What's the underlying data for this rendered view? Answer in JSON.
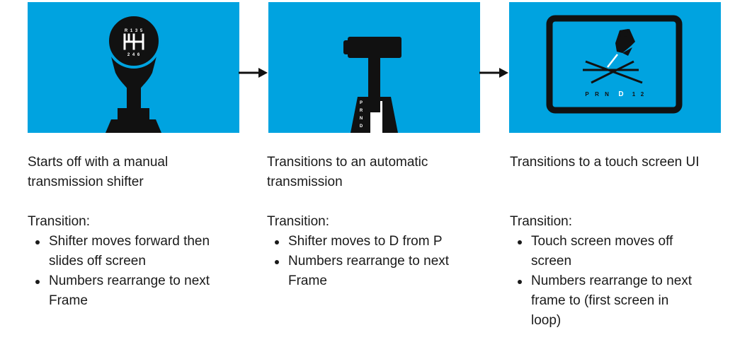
{
  "colors": {
    "panel_bg": "#00a3e0",
    "ink": "#111111",
    "white": "#ffffff",
    "highlight": "#00a3e0"
  },
  "panel1": {
    "gear_top": "R 1 3 5",
    "gear_bottom": "2 4 6"
  },
  "panel2": {
    "gate": [
      "P",
      "R",
      "N",
      "D"
    ]
  },
  "panel3": {
    "gears": [
      {
        "label": "P",
        "active": false
      },
      {
        "label": "R",
        "active": false
      },
      {
        "label": "N",
        "active": false
      },
      {
        "label": "D",
        "active": true
      },
      {
        "label": "1",
        "active": false
      },
      {
        "label": "2",
        "active": false
      }
    ]
  },
  "steps": [
    {
      "title_lines": [
        "Starts off with a manual",
        "transmission shifter"
      ],
      "transition_label": "Transition:",
      "bullets": [
        [
          "Shifter moves forward then",
          "slides off screen"
        ],
        [
          "Numbers rearrange to next",
          "Frame"
        ]
      ]
    },
    {
      "title_lines": [
        "Transitions to an automatic",
        "transmission"
      ],
      "transition_label": "Transition:",
      "bullets": [
        [
          "Shifter moves to D from P"
        ],
        [
          "Numbers rearrange to next",
          "Frame"
        ]
      ]
    },
    {
      "title_lines": [
        "Transitions to a touch screen UI",
        ""
      ],
      "transition_label": "Transition:",
      "bullets": [
        [
          "Touch screen moves off",
          "screen"
        ],
        [
          "Numbers rearrange to next",
          "frame to (first screen in",
          "loop)"
        ]
      ]
    }
  ]
}
